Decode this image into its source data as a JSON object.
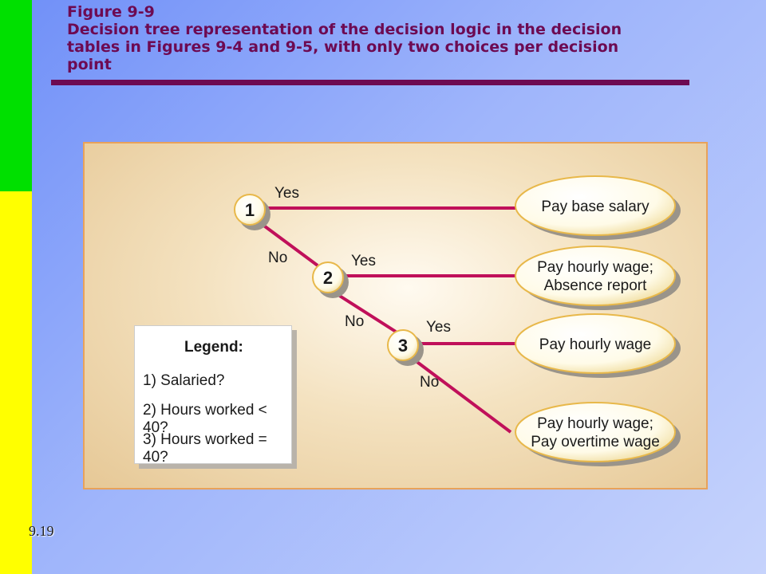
{
  "slide": {
    "figure_label": "Figure 9-9",
    "title_lines": [
      "Decision tree representation of the decision logic in the decision",
      "tables in Figures 9-4 and 9-5, with only two choices per decision",
      "point"
    ],
    "page_number": "9.19"
  },
  "colors": {
    "title": "#6d0a52",
    "edge": "#c0105a",
    "accent_green": "#00e000",
    "accent_yellow": "#ffff00",
    "panel_border": "#e8a25a"
  },
  "tree": {
    "nodes": [
      {
        "id": "1"
      },
      {
        "id": "2"
      },
      {
        "id": "3"
      }
    ],
    "edge_labels": {
      "n1_yes": "Yes",
      "n1_no": "No",
      "n2_yes": "Yes",
      "n2_no": "No",
      "n3_yes": "Yes",
      "n3_no": "No"
    },
    "outcomes": [
      {
        "lines": [
          "Pay base salary"
        ]
      },
      {
        "lines": [
          "Pay hourly wage;",
          "Absence report"
        ]
      },
      {
        "lines": [
          "Pay hourly wage"
        ]
      },
      {
        "lines": [
          "Pay hourly wage;",
          "Pay overtime wage"
        ]
      }
    ]
  },
  "legend": {
    "title": "Legend:",
    "items": [
      "1)  Salaried?",
      "2)  Hours worked < 40?",
      "3)  Hours worked = 40?"
    ]
  }
}
